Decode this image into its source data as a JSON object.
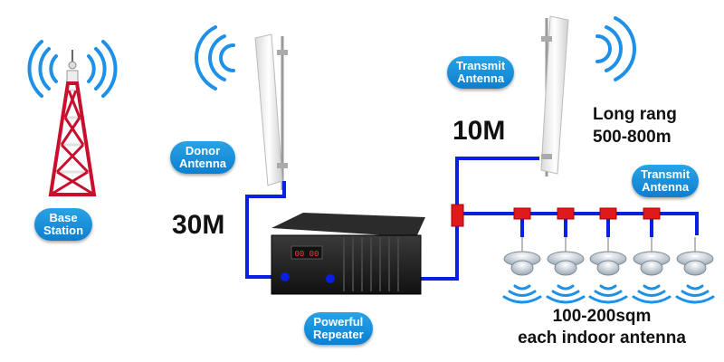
{
  "labels": {
    "base_station": [
      "Base",
      "Station"
    ],
    "donor_antenna": [
      "Donor",
      "Antenna"
    ],
    "transmit_antenna_top": [
      "Transmit",
      "Antenna"
    ],
    "transmit_antenna_right": [
      "Transmit",
      "Antenna"
    ],
    "powerful_repeater": [
      "Powerful",
      "Repeater"
    ]
  },
  "distances": {
    "donor_cable": "30M",
    "transmit_cable": "10M"
  },
  "range": {
    "line1": "Long rang",
    "line2": "500-800m"
  },
  "indoor": {
    "line1": "100-200sqm",
    "line2": "each indoor antenna"
  },
  "repeater_display": "00 00",
  "colors": {
    "cable": "#0a1fe0",
    "splitter": "#e01a1a",
    "pill": "#1a8fdc",
    "wave": "#1e90e8"
  }
}
